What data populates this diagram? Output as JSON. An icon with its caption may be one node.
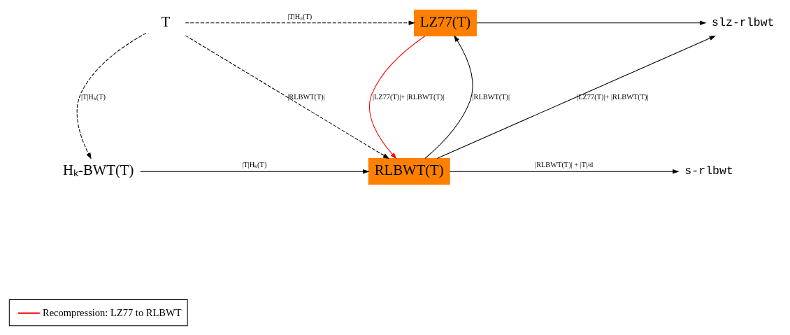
{
  "diagram": {
    "nodes": [
      {
        "text": [
          "T"
        ]
      },
      {
        "text": [
          "LZ77(T)"
        ]
      },
      {
        "text": [
          "slz-rlbwt"
        ]
      },
      {
        "text": [
          "Hₖ-BWT(T)"
        ]
      },
      {
        "text": [
          "RLBWT(T)"
        ]
      },
      {
        "text": [
          "s-rlbwt"
        ]
      }
    ],
    "edges": [
      {
        "from": 0,
        "to": 1,
        "arrow": "to",
        "style": "dashed",
        "label": "|T|H₀(T)"
      },
      {
        "from": 0,
        "to": 3,
        "arrow": "to",
        "style": "dashed",
        "label": "|T|Hₖ(T)"
      },
      {
        "from": 0,
        "to": 4,
        "arrow": "to",
        "style": "dashed",
        "label": "|RLBWT(T)|"
      },
      {
        "from": 1,
        "to": 2,
        "arrow": "to"
      },
      {
        "from": 1,
        "to": 4,
        "arrow": "to",
        "color": "#ff0000",
        "label": "|LZ77(T)|+ |RLBWT(T)|"
      },
      {
        "from": 4,
        "to": 1,
        "arrow": "to",
        "label": "|RLBWT(T)|"
      },
      {
        "from": 4,
        "to": 2,
        "arrow": "to",
        "label": "|LZ77(T)|+ |RLBWT(T)|"
      },
      {
        "from": 3,
        "to": 4,
        "arrow": "to",
        "label": "|T|Hₖ(T)"
      },
      {
        "from": 4,
        "to": 5,
        "arrow": "to",
        "label": "|RLBWT(T)| + |T|/d"
      }
    ],
    "legend": [
      {
        "text": "Recompression: LZ77 to RLBWT"
      }
    ]
  }
}
